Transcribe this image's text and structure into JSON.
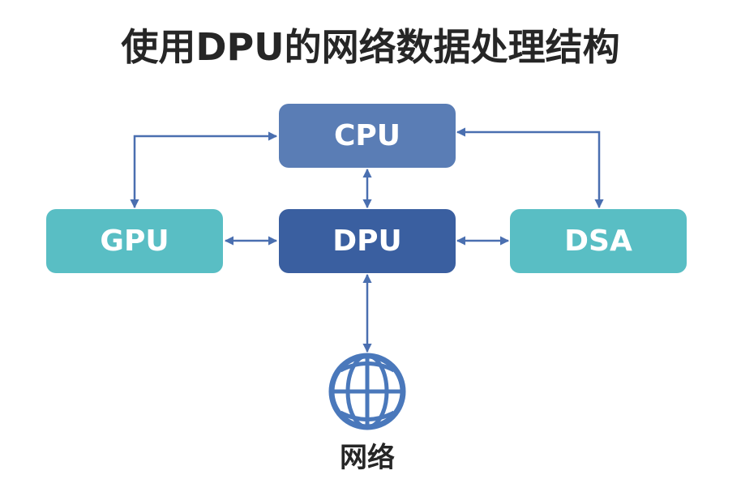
{
  "title": "使用DPU的网络数据处理结构",
  "nodes": {
    "cpu": {
      "label": "CPU",
      "color": "#5a7db5"
    },
    "dpu": {
      "label": "DPU",
      "color": "#3a5fa0"
    },
    "gpu": {
      "label": "GPU",
      "color": "#59bec4"
    },
    "dsa": {
      "label": "DSA",
      "color": "#59bec4"
    }
  },
  "network": {
    "label": "网络",
    "icon": "globe-icon",
    "color": "#4a78bb"
  },
  "links": [
    {
      "from": "GPU",
      "to": "CPU",
      "direction": "bidirectional"
    },
    {
      "from": "DSA",
      "to": "CPU",
      "direction": "bidirectional"
    },
    {
      "from": "CPU",
      "to": "DPU",
      "direction": "bidirectional"
    },
    {
      "from": "GPU",
      "to": "DPU",
      "direction": "bidirectional"
    },
    {
      "from": "DSA",
      "to": "DPU",
      "direction": "bidirectional"
    },
    {
      "from": "DPU",
      "to": "网络",
      "direction": "bidirectional"
    }
  ],
  "arrow_color": "#4a6fb0"
}
